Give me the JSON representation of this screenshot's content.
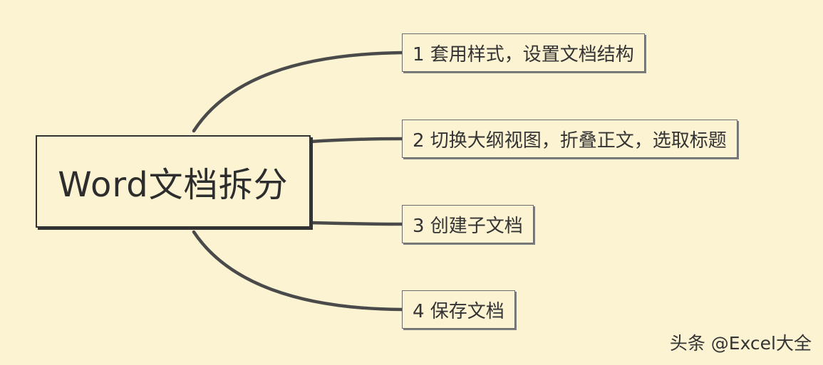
{
  "root": {
    "label": "Word文档拆分"
  },
  "branches": [
    {
      "label": "1 套用样式，设置文档结构"
    },
    {
      "label": "2 切换大纲视图，折叠正文，选取标题"
    },
    {
      "label": "3 创建子文档"
    },
    {
      "label": "4 保存文档"
    }
  ],
  "watermark": {
    "text": "头条 @Excel大全"
  },
  "colors": {
    "background": "#fcf3d3",
    "line": "#4a4a4a",
    "text": "#333333"
  }
}
